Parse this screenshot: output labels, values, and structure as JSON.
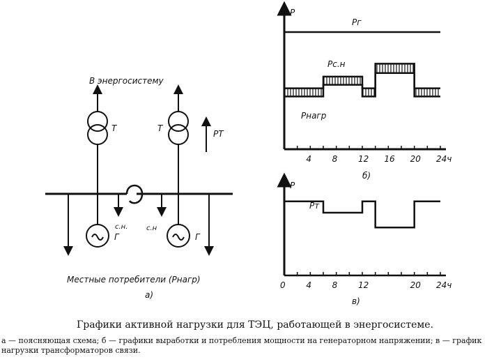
{
  "labels": {
    "energy_system": "В энергосистему",
    "local_consumers": "Местные потребители (Pнагр)",
    "sub_a": "а)",
    "sub_b": "б)",
    "sub_c": "в)",
    "transformer_left": "T",
    "transformer_right": "T",
    "generator_left": "Г",
    "generator_right": "Г",
    "aux_left": "с.н.",
    "aux_right": "с.н",
    "power_flow": "PT",
    "p_axis_b": "P",
    "p_axis_c": "P",
    "pg_label": "Pг",
    "psn_label": "Pс.н",
    "pnagr_label": "Pнагр",
    "pt_label": "Pт"
  },
  "chart_b": {
    "type": "line",
    "x_ticks": [
      "4",
      "8",
      "12",
      "16",
      "20",
      "24ч"
    ],
    "x_range": [
      0,
      24
    ],
    "series": [
      {
        "name": "Pг",
        "x": [
          0,
          24
        ],
        "y": [
          1.0,
          1.0
        ]
      },
      {
        "name": "Pнагр",
        "x": [
          0,
          6,
          6,
          12,
          12,
          14,
          14,
          20,
          20,
          24
        ],
        "y": [
          0.45,
          0.45,
          0.55,
          0.55,
          0.45,
          0.45,
          0.65,
          0.65,
          0.45,
          0.45
        ]
      },
      {
        "name": "Pс.н",
        "x": [
          0,
          6,
          6,
          12,
          12,
          14,
          14,
          20,
          20,
          24
        ],
        "y": [
          0.52,
          0.52,
          0.62,
          0.62,
          0.52,
          0.52,
          0.73,
          0.73,
          0.52,
          0.52
        ]
      }
    ]
  },
  "chart_c": {
    "type": "line",
    "x_ticks": [
      "0",
      "4",
      "8",
      "12",
      "20",
      "24ч"
    ],
    "x_range": [
      0,
      24
    ],
    "series": [
      {
        "name": "Pт",
        "x": [
          0,
          6,
          6,
          12,
          12,
          14,
          14,
          20,
          20,
          24
        ],
        "y": [
          0.85,
          0.85,
          0.72,
          0.72,
          0.85,
          0.85,
          0.55,
          0.55,
          0.85,
          0.85
        ]
      }
    ]
  },
  "caption": "Графики активной нагрузки для ТЭЦ, работающей в энергосистеме.",
  "legend": "а — поясняющая схема; б — графики выработки и потребления мощности на генераторном напряжении; в — график нагрузки трансформаторов связи."
}
